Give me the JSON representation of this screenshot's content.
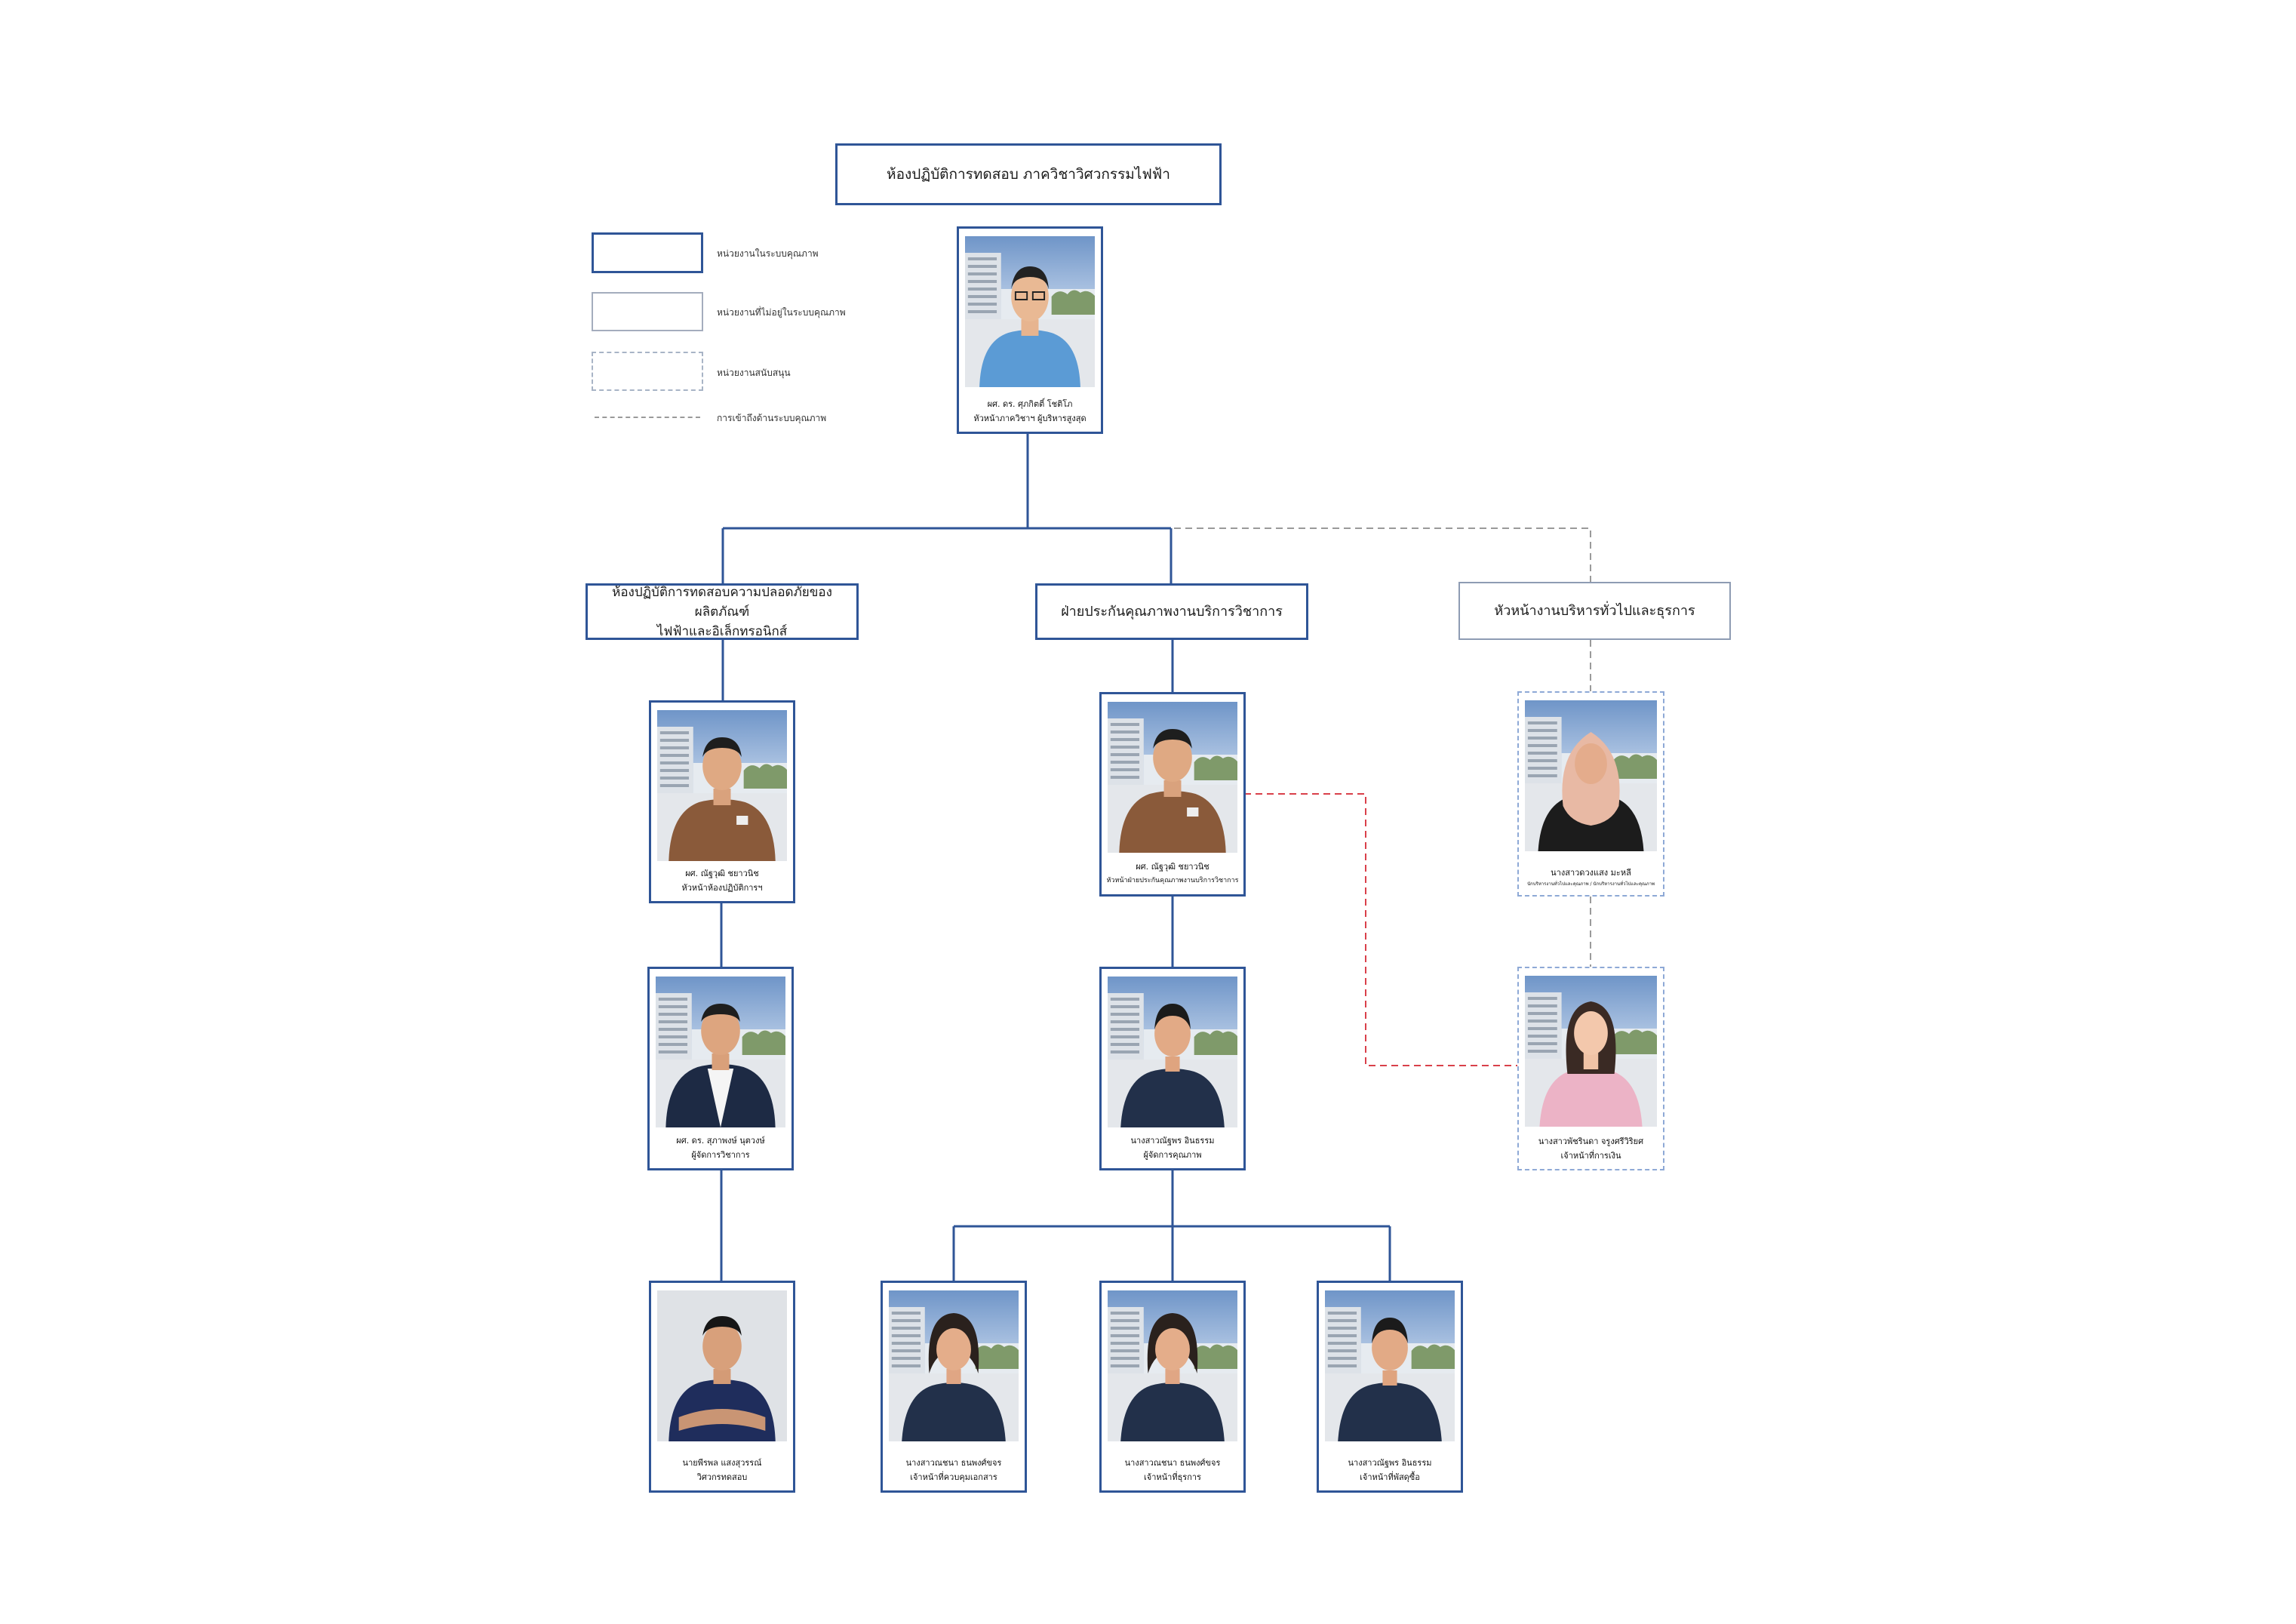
{
  "title": "ห้องปฏิบัติการทดสอบ ภาควิชาวิศวกรรมไฟฟ้า",
  "legend": {
    "quality_unit": "หน่วยงานในระบบคุณภาพ",
    "non_quality_unit": "หน่วยงานที่ไม่อยู่ในระบบคุณภาพ",
    "support_unit": "หน่วยงานสนับสนุน",
    "quality_link": "การเข้าถึงด้านระบบคุณภาพ"
  },
  "colors": {
    "quality_border": "#2f5597",
    "support_border": "#8ea9d6",
    "link_red": "#d9404a",
    "dashed_gray": "#9a9a9a"
  },
  "departments": {
    "safety_lab": {
      "line1": "ห้องปฏิบัติการทดสอบความปลอดภัยของผลิตภัณฑ์",
      "line2": "ไฟฟ้าและอิเล็กทรอนิกส์"
    },
    "quality_service": "ฝ่ายประกันคุณภาพงานบริการวิชาการ",
    "general_admin": "หัวหน้างานบริหารทั่วไปและธุรการ"
  },
  "people": {
    "head": {
      "name": "ผศ. ดร. ศุภกิตติ์ โชติโภ",
      "role": "หัวหน้าภาควิชาฯ ผู้บริหารสูงสุด"
    },
    "lab_head": {
      "name": "ผศ. ณัฐวุฒิ ชยาวนิช",
      "role": "หัวหน้าห้องปฏิบัติการฯ"
    },
    "qa_head": {
      "name": "ผศ. ณัฐวุฒิ ชยาวนิช",
      "role": "หัวหน้าฝ่ายประกันคุณภาพงานบริการวิชาการ"
    },
    "admin_head": {
      "name": "นางสาวดวงแสง มะหลี",
      "role": "นักบริหารงานทั่วไปและคุณภาพ / นักบริหารงานทั่วไปและคุณภาพ"
    },
    "tech_manager": {
      "name": "ผศ. ดร. สุภาพงษ์ นุตวงษ์",
      "role": "ผู้จัดการวิชาการ"
    },
    "quality_manager": {
      "name": "นางสาวณัฐพร อินธรรม",
      "role": "ผู้จัดการคุณภาพ"
    },
    "finance": {
      "name": "นางสาวพัชรินดา จรูงศรีวิริยศ",
      "role": "เจ้าหน้าที่การเงิน"
    },
    "engineer": {
      "name": "นายพีรพล แสงสุวรรณ์",
      "role": "วิศวกรทดสอบ"
    },
    "doc_control": {
      "name": "นางสาวณชนา ธนพงศ์ขจร",
      "role": "เจ้าหน้าที่ควบคุมเอกสาร"
    },
    "clerk": {
      "name": "นางสาวณชนา ธนพงศ์ขจร",
      "role": "เจ้าหน้าที่ธุรการ"
    },
    "procurement": {
      "name": "นางสาวณัฐพร อินธรรม",
      "role": "เจ้าหน้าที่พัสดุซื้อ"
    }
  }
}
